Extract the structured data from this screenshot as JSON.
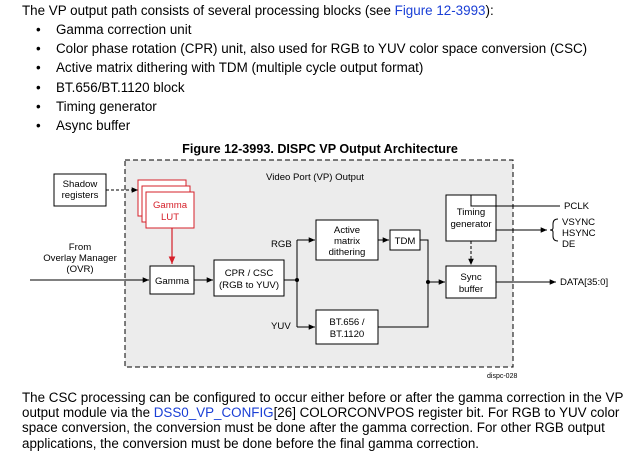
{
  "intro": {
    "before": "The VP output path consists of several processing blocks (see ",
    "link": "Figure 12-3993",
    "after": "):"
  },
  "blocks": [
    "Gamma correction unit",
    "Color phase rotation (CPR) unit, also used for RGB to YUV color space conversion (CSC)",
    "Active matrix dithering with TDM (multiple cycle output format)",
    "BT.656/BT.1120 block",
    "Timing generator",
    "Async buffer"
  ],
  "figure": {
    "title": "Figure 12-3993. DISPC VP Output Architecture",
    "vp_label": "Video Port (VP) Output",
    "shadow": [
      "Shadow",
      "registers"
    ],
    "gamma_lut": [
      "Gamma",
      "LUT"
    ],
    "from": [
      "From",
      "Overlay Manager",
      "(OVR)"
    ],
    "gamma": "Gamma",
    "cpr": [
      "CPR / CSC",
      "(RGB to YUV)"
    ],
    "rgb": "RGB",
    "yuv": "YUV",
    "dither": [
      "Active",
      "matrix",
      "dithering"
    ],
    "tdm": "TDM",
    "bt": [
      "BT.656 /",
      "BT.1120"
    ],
    "timing": [
      "Timing",
      "generator"
    ],
    "sync": [
      "Sync",
      "buffer"
    ],
    "pclk": "PCLK",
    "vsync": "VSYNC",
    "hsync": "HSYNC",
    "de": "DE",
    "data": "DATA[35:0]",
    "ref": "dispc-028",
    "colors": {
      "accent": "#d6202a",
      "region": "#ececec",
      "link": "#1a3fd6"
    }
  },
  "outro": {
    "p1": "The CSC processing can be configured to occur either before or after the gamma correction in the VP output module via the ",
    "link": "DSS0_VP_CONFIG",
    "p2": "[26] COLORCONVPOS register bit. For RGB to YUV color space conversion, the conversion must be done after the gamma correction. For other RGB output applications, the conversion must be done before the final gamma correction."
  }
}
